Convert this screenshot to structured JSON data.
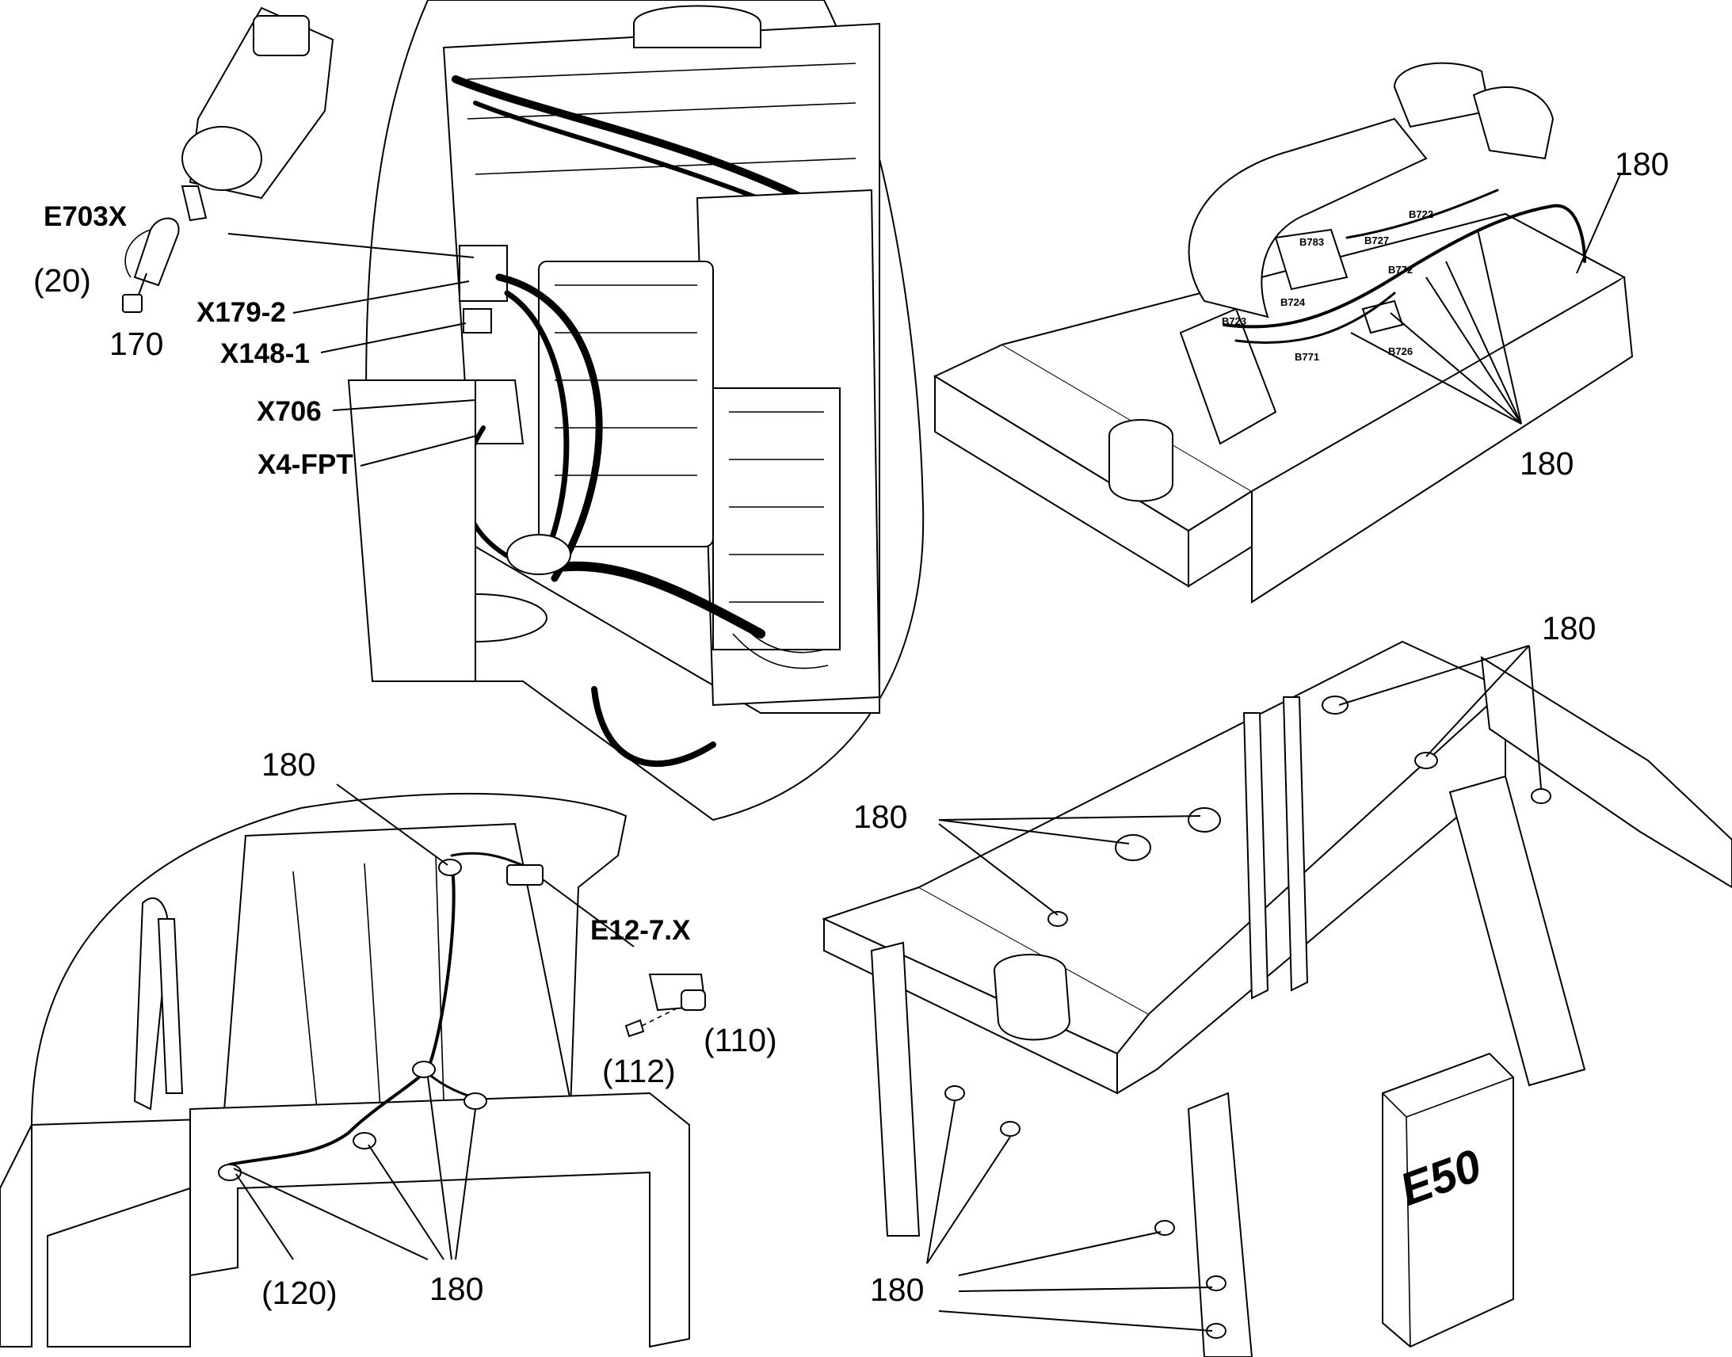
{
  "labels": {
    "tl_e703x": "E703X",
    "tl_20": "(20)",
    "tl_170": "170",
    "tl_x179_2": "X179-2",
    "tl_x148_1": "X148-1",
    "tl_x706": "X706",
    "tl_x4_fpt": "X4-FPT",
    "tr_180_top": "180",
    "tr_180_bottom": "180",
    "tr_b722": "B722",
    "tr_b783": "B783",
    "tr_b727": "B727",
    "tr_b772": "B772",
    "tr_b724": "B724",
    "tr_b723": "B723",
    "tr_b771": "B771",
    "tr_b726": "B726",
    "bl_180_top": "180",
    "bl_e12_7x": "E12-7.X",
    "bl_110": "(110)",
    "bl_112": "(112)",
    "bl_120": "(120)",
    "bl_180_bottom": "180",
    "br_180_top": "180",
    "br_180_left": "180",
    "br_180_bottom": "180",
    "br_e50": "E50"
  }
}
